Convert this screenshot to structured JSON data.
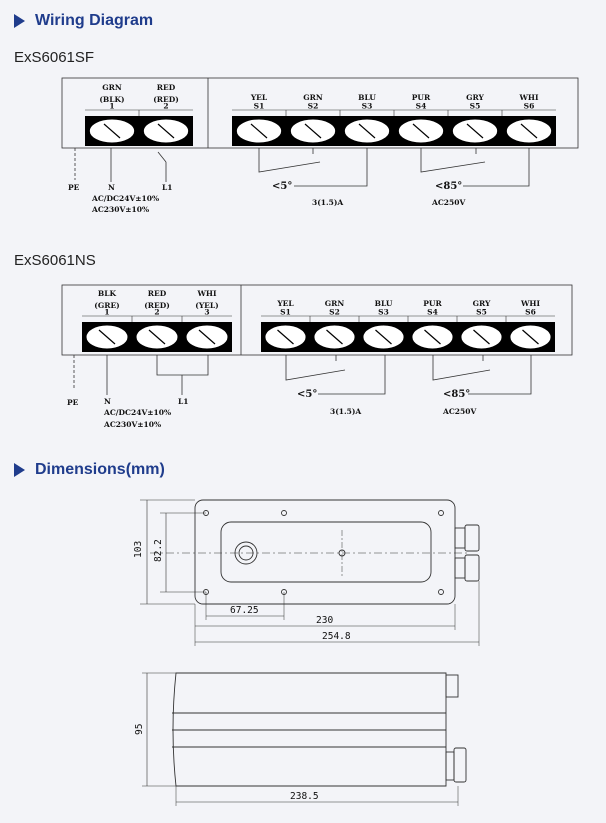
{
  "sections": {
    "wiring_title": "Wiring Diagram",
    "dimensions_title": "Dimensions(mm)"
  },
  "sf": {
    "model": "ExS6061SF",
    "left_terms": [
      {
        "top": "GRN",
        "mid": "(BLK)",
        "num": "1"
      },
      {
        "top": "RED",
        "mid": "(RED)",
        "num": "2"
      }
    ],
    "right_terms": [
      {
        "top": "YEL",
        "num": "S1"
      },
      {
        "top": "GRN",
        "num": "S2"
      },
      {
        "top": "BLU",
        "num": "S3"
      },
      {
        "top": "PUR",
        "num": "S4"
      },
      {
        "top": "GRY",
        "num": "S5"
      },
      {
        "top": "WHI",
        "num": "S6"
      }
    ],
    "pe": "PE",
    "n": "N",
    "l1": "L1",
    "ac1": "AC/DC24V±10%",
    "ac2": "AC230V±10%",
    "lt5": "<5°",
    "lt85": "<85°",
    "rating": "3(1.5)A",
    "ac250": "AC250V"
  },
  "ns": {
    "model": "ExS6061NS",
    "left_terms": [
      {
        "top": "BLK",
        "mid": "(GRE)",
        "num": "1"
      },
      {
        "top": "RED",
        "mid": "(RED)",
        "num": "2"
      },
      {
        "top": "WHI",
        "mid": "(YEL)",
        "num": "3"
      }
    ],
    "right_terms": [
      {
        "top": "YEL",
        "num": "S1"
      },
      {
        "top": "GRN",
        "num": "S2"
      },
      {
        "top": "BLU",
        "num": "S3"
      },
      {
        "top": "PUR",
        "num": "S4"
      },
      {
        "top": "GRY",
        "num": "S5"
      },
      {
        "top": "WHI",
        "num": "S6"
      }
    ],
    "pe": "PE",
    "n": "N",
    "l1": "L1",
    "ac1": "AC/DC24V±10%",
    "ac2": "AC230V±10%",
    "lt5": "<5°",
    "lt85": "<85°",
    "rating": "3(1.5)A",
    "ac250": "AC250V"
  },
  "dims": {
    "d103": "103",
    "d82": "82.2",
    "d6725": "67.25",
    "d230": "230",
    "d2548": "254.8",
    "d95": "95",
    "d2385": "238.5"
  },
  "colors": {
    "accent": "#1f3c8c",
    "terminal_bar": "#000000"
  }
}
